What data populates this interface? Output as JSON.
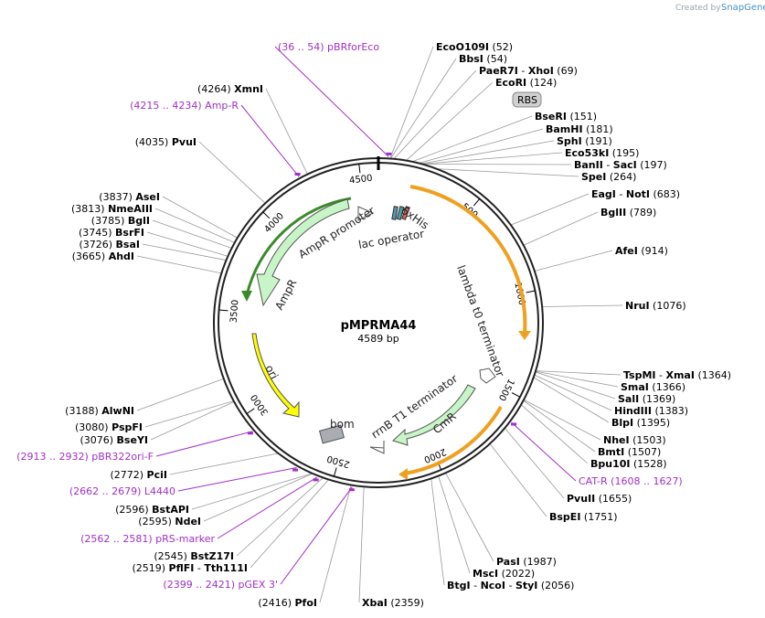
{
  "credit": {
    "created_by": "Created by",
    "brand": "SnapGene"
  },
  "plasmid": {
    "name": "pMPRMA44",
    "length": "4589 bp"
  },
  "ticks": [
    "500",
    "1000",
    "1500",
    "2000",
    "2500",
    "3000",
    "3500",
    "4000",
    "4500"
  ],
  "features": {
    "six_his": "6xHis",
    "lac_operator": "lac operator",
    "ampr_promoter": "AmpR promoter",
    "ampr": "AmpR",
    "lambda": "lambda t0 terminator",
    "ori": "ori",
    "bom": "bom",
    "rrnb": "rrnB T1 terminator",
    "cmr": "CmR",
    "rbs": "RBS"
  },
  "sites": [
    {
      "name": "EcoO109I",
      "pos": "(52)"
    },
    {
      "name": "BbsI",
      "pos": "(54)"
    },
    {
      "name": "PaeR7I",
      "name2": "XhoI",
      "pos": "(69)"
    },
    {
      "name": "EcoRI",
      "pos": "(124)"
    },
    {
      "name": "BseRI",
      "pos": "(151)"
    },
    {
      "name": "BamHI",
      "pos": "(181)"
    },
    {
      "name": "SphI",
      "pos": "(191)"
    },
    {
      "name": "Eco53kI",
      "pos": "(195)"
    },
    {
      "name": "BanII",
      "name2": "SacI",
      "pos": "(197)"
    },
    {
      "name": "SpeI",
      "pos": "(264)"
    },
    {
      "name": "EagI",
      "name2": "NotI",
      "pos": "(683)"
    },
    {
      "name": "BglII",
      "pos": "(789)"
    },
    {
      "name": "AfeI",
      "pos": "(914)"
    },
    {
      "name": "NruI",
      "pos": "(1076)"
    },
    {
      "name": "TspMI",
      "name2": "XmaI",
      "pos": "(1364)"
    },
    {
      "name": "SmaI",
      "pos": "(1366)"
    },
    {
      "name": "SalI",
      "pos": "(1369)"
    },
    {
      "name": "HindIII",
      "pos": "(1383)"
    },
    {
      "name": "BlpI",
      "pos": "(1395)"
    },
    {
      "name": "NheI",
      "pos": "(1503)"
    },
    {
      "name": "BmtI",
      "pos": "(1507)"
    },
    {
      "name": "Bpu10I",
      "pos": "(1528)"
    },
    {
      "name": "PvuII",
      "pos": "(1655)"
    },
    {
      "name": "BspEI",
      "pos": "(1751)"
    },
    {
      "name": "PasI",
      "pos": "(1987)"
    },
    {
      "name": "MscI",
      "pos": "(2022)"
    },
    {
      "name": "BtgI",
      "name2": "NcoI",
      "name3": "StyI",
      "pos": "(2056)"
    },
    {
      "name": "XbaI",
      "pos": "(2359)"
    },
    {
      "name": "PfoI",
      "pos": "(2416)"
    },
    {
      "name": "PflFI",
      "name2": "Tth111I",
      "pos": "(2519)"
    },
    {
      "name": "BstZ17I",
      "pos": "(2545)"
    },
    {
      "name": "NdeI",
      "pos": "(2595)"
    },
    {
      "name": "BstAPI",
      "pos": "(2596)"
    },
    {
      "name": "PciI",
      "pos": "(2772)"
    },
    {
      "name": "BseYI",
      "pos": "(3076)"
    },
    {
      "name": "PspFI",
      "pos": "(3080)"
    },
    {
      "name": "AlwNI",
      "pos": "(3188)"
    },
    {
      "name": "AhdI",
      "pos": "(3665)"
    },
    {
      "name": "BsaI",
      "pos": "(3726)"
    },
    {
      "name": "BsrFI",
      "pos": "(3745)"
    },
    {
      "name": "BglI",
      "pos": "(3785)"
    },
    {
      "name": "NmeAIII",
      "pos": "(3813)"
    },
    {
      "name": "AseI",
      "pos": "(3837)"
    },
    {
      "name": "PvuI",
      "pos": "(4035)"
    },
    {
      "name": "XmnI",
      "pos": "(4264)"
    }
  ],
  "primers": [
    {
      "range": "(36 .. 54)",
      "name": "pBRforEco"
    },
    {
      "range": "(4215 .. 4234)",
      "name": "Amp-R"
    },
    {
      "range": "CAT-R",
      "name": "(1608 .. 1627)"
    },
    {
      "range": "(2913 .. 2932)",
      "name": "pBR322ori-F"
    },
    {
      "range": "(2662 .. 2679)",
      "name": "L4440"
    },
    {
      "range": "(2562 .. 2581)",
      "name": "pRS-marker"
    },
    {
      "range": "(2399 .. 2421)",
      "name": "pGEX 3'"
    }
  ],
  "colors": {
    "ring": "#222222",
    "feature_green": "#c8f5c8",
    "ori_yellow": "#ffff00",
    "orange": "#f0a020",
    "primer": "#a030c8"
  }
}
